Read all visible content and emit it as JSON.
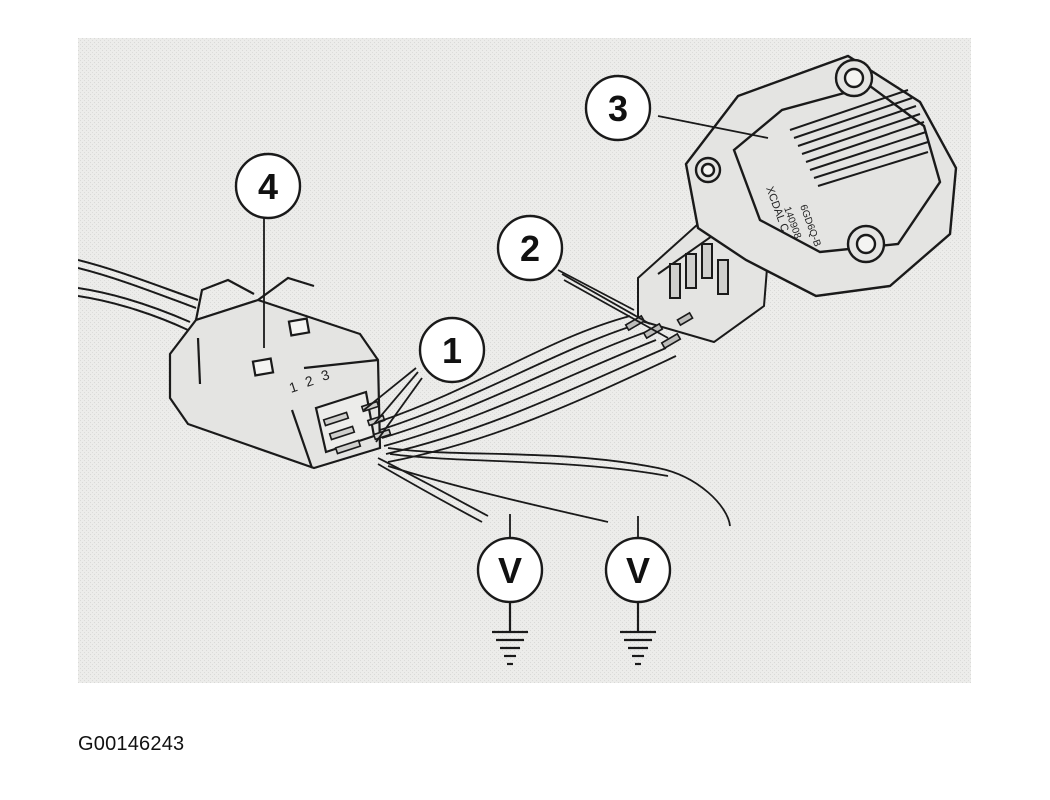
{
  "callouts": {
    "c1": "1",
    "c2": "2",
    "c3": "3",
    "c4": "4",
    "v1": "V",
    "v2": "V"
  },
  "connector_pins": {
    "p1": "1",
    "p2": "2",
    "p3": "3"
  },
  "sensor_markings": {
    "line1": "6GD6Q-B",
    "line2": "140908",
    "line3": "XCDAL C"
  },
  "figure_id": "G00146243",
  "colors": {
    "background": "#ececea",
    "line": "#1a1a1a",
    "part_fill": "#e4e4e2"
  }
}
